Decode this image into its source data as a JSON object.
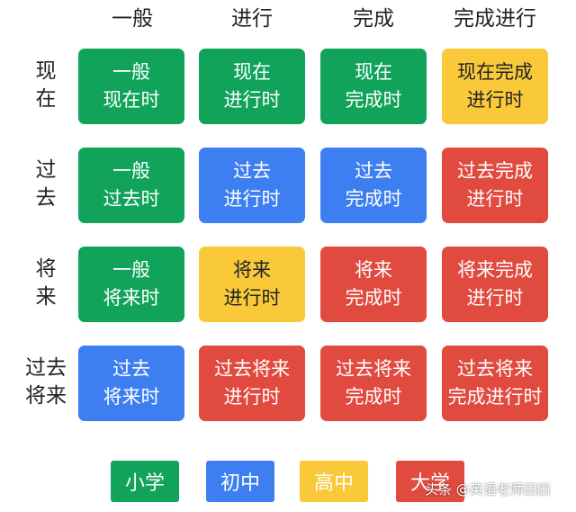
{
  "headers": {
    "columns": [
      "一般",
      "进行",
      "完成",
      "完成进行"
    ],
    "rows": [
      {
        "line1": "现",
        "line2": "在"
      },
      {
        "line1": "过",
        "line2": "去"
      },
      {
        "line1": "将",
        "line2": "来"
      },
      {
        "line1": "过去",
        "line2": "将来"
      }
    ]
  },
  "grid": [
    [
      {
        "line1": "一般",
        "line2": "现在时",
        "level": "小学"
      },
      {
        "line1": "现在",
        "line2": "进行时",
        "level": "小学"
      },
      {
        "line1": "现在",
        "line2": "完成时",
        "level": "小学"
      },
      {
        "line1": "现在完成",
        "line2": "进行时",
        "level": "高中"
      }
    ],
    [
      {
        "line1": "一般",
        "line2": "过去时",
        "level": "小学"
      },
      {
        "line1": "过去",
        "line2": "进行时",
        "level": "初中"
      },
      {
        "line1": "过去",
        "line2": "完成时",
        "level": "初中"
      },
      {
        "line1": "过去完成",
        "line2": "进行时",
        "level": "大学"
      }
    ],
    [
      {
        "line1": "一般",
        "line2": "将来时",
        "level": "小学"
      },
      {
        "line1": "将来",
        "line2": "进行时",
        "level": "高中"
      },
      {
        "line1": "将来",
        "line2": "完成时",
        "level": "大学"
      },
      {
        "line1": "将来完成",
        "line2": "进行时",
        "level": "大学"
      }
    ],
    [
      {
        "line1": "过去",
        "line2": "将来时",
        "level": "初中"
      },
      {
        "line1": "过去将来",
        "line2": "进行时",
        "level": "大学"
      },
      {
        "line1": "过去将来",
        "line2": "完成时",
        "level": "大学"
      },
      {
        "line1": "过去将来",
        "line2": "完成进行时",
        "level": "大学"
      }
    ]
  ],
  "legend": [
    {
      "label": "小学",
      "color": "#11a35a"
    },
    {
      "label": "初中",
      "color": "#3d7ff0"
    },
    {
      "label": "高中",
      "color": "#f9c93a"
    },
    {
      "label": "大学",
      "color": "#e04a3f"
    }
  ],
  "watermark": "头条 @英语老师田田"
}
